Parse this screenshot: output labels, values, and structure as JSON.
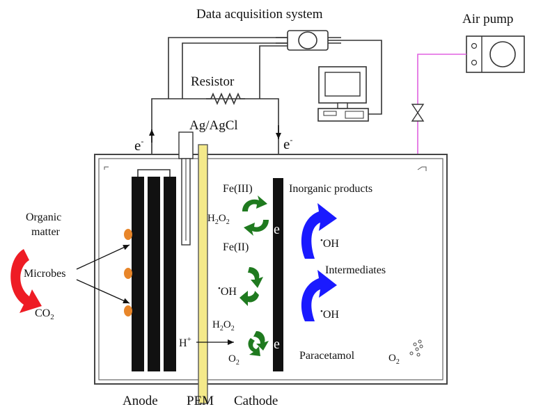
{
  "labels": {
    "daq": "Data acquisition system",
    "air_pump": "Air pump",
    "resistor": "Resistor",
    "ref_electrode": "Ag/AgCl",
    "e_left": "e",
    "e_right": "e",
    "electron_sup": "-",
    "organic_1": "Organic",
    "organic_2": "matter",
    "microbes": "Microbes",
    "co2_main": "CO",
    "co2_sub": "2",
    "fe3": "Fe(III)",
    "fe2": "Fe(II)",
    "h2o2_top_main": "H",
    "h2o2_top_sub1": "2",
    "h2o2_top_o": "O",
    "h2o2_top_sub2": "2",
    "h2o2_bot_main": "H",
    "h2o2_bot_sub1": "2",
    "h2o2_bot_o": "O",
    "h2o2_bot_sub2": "2",
    "e_cathode_top": "e",
    "e_cathode_bot": "e",
    "oh_middle": "OH",
    "h_plus_main": "H",
    "h_plus_sup": "+",
    "o2_bottom_main": "O",
    "o2_bottom_sub": "2",
    "inorganic": "Inorganic products",
    "oh_top": "OH",
    "intermediates": "Intermediates",
    "oh_bottom": "OH",
    "paracetamol": "Paracetamol",
    "o2_right_main": "O",
    "o2_right_sub": "2",
    "anode": "Anode",
    "pem": "PEM",
    "cathode": "Cathode"
  },
  "colors": {
    "co2_arrow": "#ee1c24",
    "fenton_arrow": "#1f7a1f",
    "oxidation_arrow": "#1a1aff",
    "air_line": "#e060e0",
    "pem_fill": "#f4e98a",
    "microbe": "#e8862a",
    "electrode": "#111111"
  },
  "icons": [
    "resistor-icon",
    "computer-icon",
    "air-pump-icon",
    "valve-icon",
    "meter-icon",
    "bubbles-icon"
  ]
}
